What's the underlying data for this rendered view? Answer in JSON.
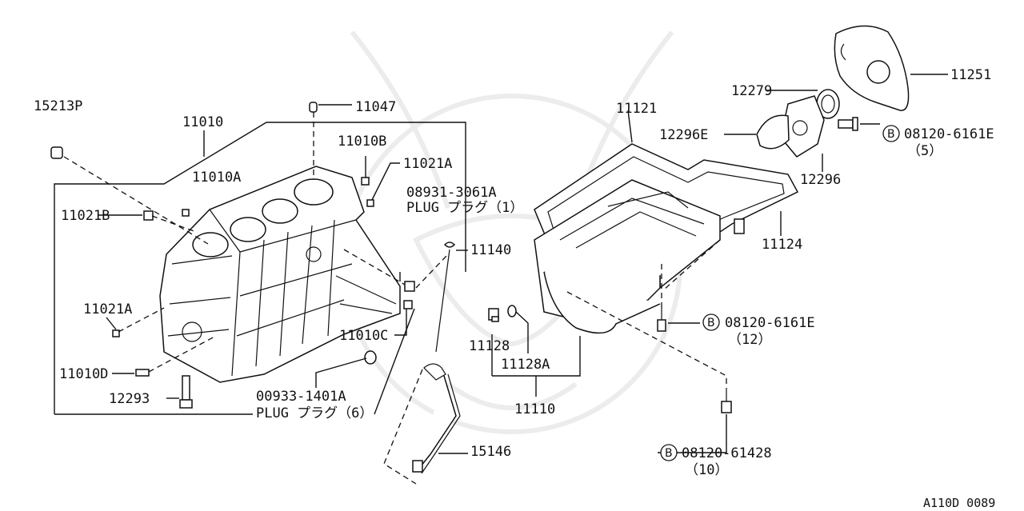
{
  "diagram_id": "A110D 0089",
  "labels": {
    "p15213P": "15213P",
    "p11010": "11010",
    "p11047": "11047",
    "p11010B": "11010B",
    "p11021A_top": "11021A",
    "p11010A": "11010A",
    "p11021B": "11021B",
    "p08931_num": "08931-3061A",
    "p08931_desc": "PLUG プラグ（1）",
    "p11140": "11140",
    "p11021A_left": "11021A",
    "p11010C": "11010C",
    "p11010D": "11010D",
    "p12293": "12293",
    "p00933_num": "00933-1401A",
    "p00933_desc": "PLUG プラグ（6）",
    "p11128": "11128",
    "p11128A": "11128A",
    "p11110": "11110",
    "p15146": "15146",
    "p11121": "11121",
    "p12279": "12279",
    "p11251": "11251",
    "p12296E": "12296E",
    "p12296": "12296",
    "p11124": "11124",
    "bolt1_num": "08120-6161E",
    "bolt1_qty": "（5）",
    "bolt2_num": "08120-6161E",
    "bolt2_qty": "（12）",
    "bolt3_num": "08120-61428",
    "bolt3_qty": "（10）",
    "bolt_badge": "B"
  }
}
